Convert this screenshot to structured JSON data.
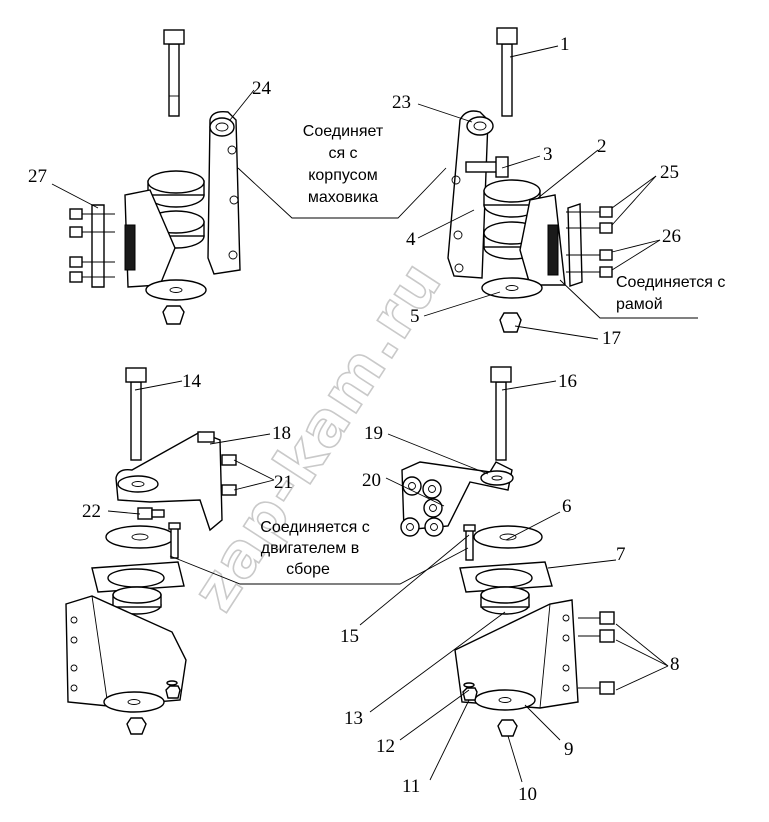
{
  "watermark": "zap-kam.ru",
  "callouts": [
    "1",
    "2",
    "3",
    "4",
    "5",
    "6",
    "7",
    "8",
    "9",
    "10",
    "11",
    "12",
    "13",
    "14",
    "15",
    "16",
    "17",
    "18",
    "19",
    "20",
    "21",
    "22",
    "23",
    "24",
    "25",
    "26",
    "27"
  ],
  "notes": {
    "flywheel": [
      "Соединяет",
      "ся с",
      "корпусом",
      "маховика"
    ],
    "frame": [
      "Соединяется с",
      "рамой"
    ],
    "engine": [
      "Соединяется с",
      "двигателем в",
      "сборе"
    ]
  }
}
